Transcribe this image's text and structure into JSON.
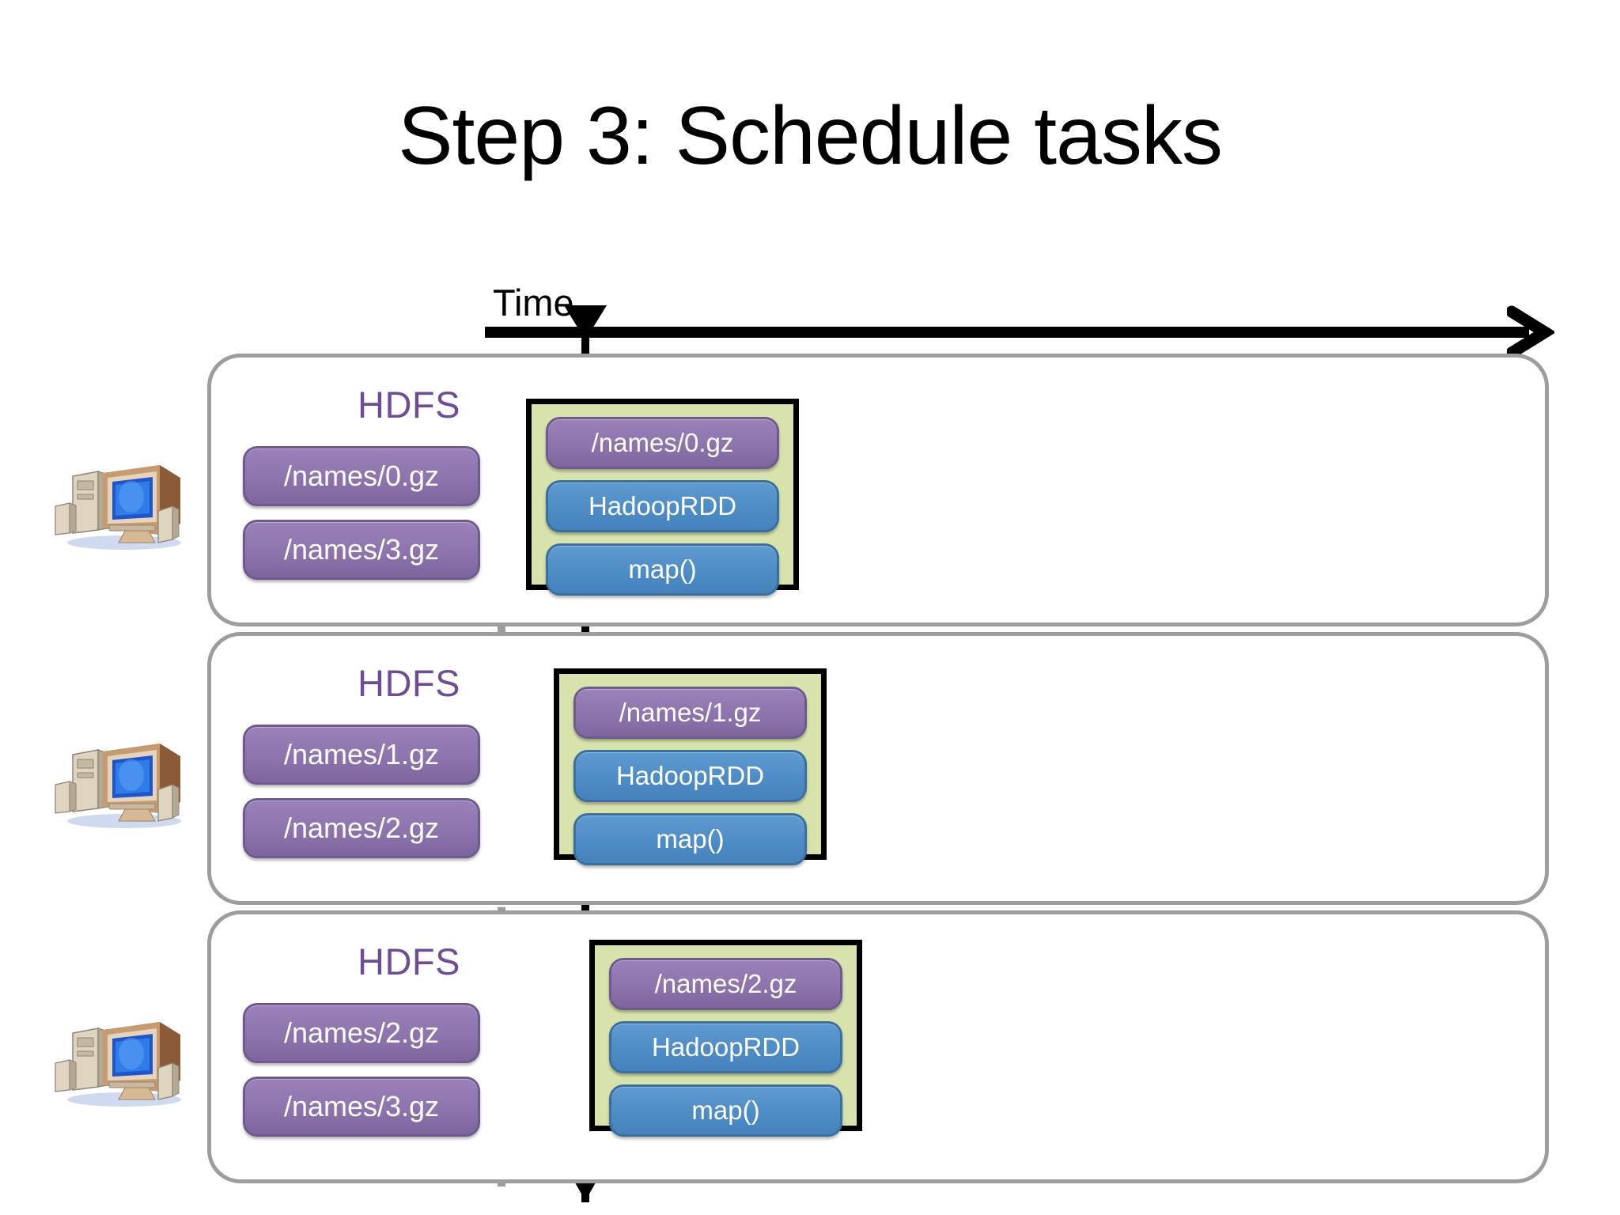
{
  "slide": {
    "title": "Step 3: Schedule tasks",
    "time_label": "Time"
  },
  "colors": {
    "purple_chip": "#8d74ac",
    "blue_chip": "#4e8cc5",
    "task_bg": "#d7e2ad",
    "node_border": "#9d9d9d",
    "hdfs_text": "#6f4d96",
    "axis": "#000000"
  },
  "nodes": [
    {
      "id": "node-1",
      "hdfs_label": "HDFS",
      "blocks": [
        "/names/0.gz",
        "/names/3.gz"
      ],
      "task": {
        "partition": "/names/0.gz",
        "rdd": "HadoopRDD",
        "op": "map()"
      }
    },
    {
      "id": "node-2",
      "hdfs_label": "HDFS",
      "blocks": [
        "/names/1.gz",
        "/names/2.gz"
      ],
      "task": {
        "partition": "/names/1.gz",
        "rdd": "HadoopRDD",
        "op": "map()"
      }
    },
    {
      "id": "node-3",
      "hdfs_label": "HDFS",
      "blocks": [
        "/names/2.gz",
        "/names/3.gz"
      ],
      "task": {
        "partition": "/names/2.gz",
        "rdd": "HadoopRDD",
        "op": "map()"
      }
    }
  ]
}
